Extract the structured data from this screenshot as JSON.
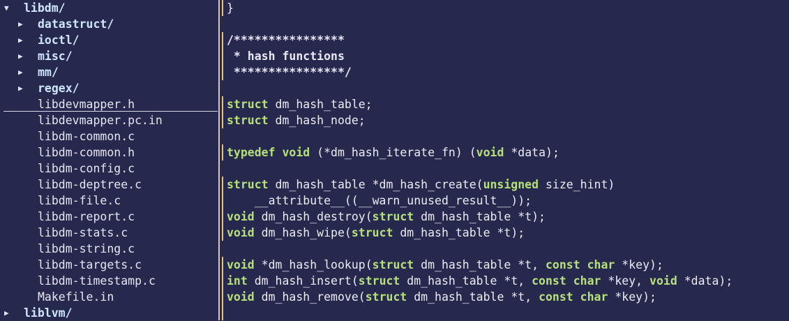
{
  "tree": {
    "items": [
      {
        "arrow": "▼",
        "label": "libdm/",
        "kind": "dir",
        "depth": 0
      },
      {
        "arrow": "▶",
        "label": "datastruct/",
        "kind": "dir",
        "depth": 1
      },
      {
        "arrow": "▶",
        "label": "ioctl/",
        "kind": "dir",
        "depth": 1
      },
      {
        "arrow": "▶",
        "label": "misc/",
        "kind": "dir",
        "depth": 1
      },
      {
        "arrow": "▶",
        "label": "mm/",
        "kind": "dir",
        "depth": 1
      },
      {
        "arrow": "▶",
        "label": "regex/",
        "kind": "dir",
        "depth": 1
      },
      {
        "arrow": "",
        "label": "libdevmapper.h",
        "kind": "file",
        "depth": 1
      },
      {
        "arrow": "",
        "label": "libdevmapper.pc.in",
        "kind": "file",
        "depth": 1
      },
      {
        "arrow": "",
        "label": "libdm-common.c",
        "kind": "file",
        "depth": 1
      },
      {
        "arrow": "",
        "label": "libdm-common.h",
        "kind": "file",
        "depth": 1
      },
      {
        "arrow": "",
        "label": "libdm-config.c",
        "kind": "file",
        "depth": 1
      },
      {
        "arrow": "",
        "label": "libdm-deptree.c",
        "kind": "file",
        "depth": 1
      },
      {
        "arrow": "",
        "label": "libdm-file.c",
        "kind": "file",
        "depth": 1
      },
      {
        "arrow": "",
        "label": "libdm-report.c",
        "kind": "file",
        "depth": 1
      },
      {
        "arrow": "",
        "label": "libdm-stats.c",
        "kind": "file",
        "depth": 1
      },
      {
        "arrow": "",
        "label": "libdm-string.c",
        "kind": "file",
        "depth": 1
      },
      {
        "arrow": "",
        "label": "libdm-targets.c",
        "kind": "file",
        "depth": 1
      },
      {
        "arrow": "",
        "label": "libdm-timestamp.c",
        "kind": "file",
        "depth": 1
      },
      {
        "arrow": "",
        "label": "Makefile.in",
        "kind": "file",
        "depth": 1
      },
      {
        "arrow": "▶",
        "label": "liblvm/",
        "kind": "dir",
        "depth": 0
      }
    ]
  },
  "code": {
    "lines": [
      [
        {
          "t": "}",
          "c": "tx"
        }
      ],
      [],
      [
        {
          "t": "/****************",
          "c": "cm"
        }
      ],
      [
        {
          "t": " * hash functions",
          "c": "cm"
        }
      ],
      [
        {
          "t": " ****************/",
          "c": "cm"
        }
      ],
      [],
      [
        {
          "t": "struct",
          "c": "kw"
        },
        {
          "t": " dm_hash_table;",
          "c": "tx"
        }
      ],
      [
        {
          "t": "struct",
          "c": "kw"
        },
        {
          "t": " dm_hash_node;",
          "c": "tx"
        }
      ],
      [],
      [
        {
          "t": "typedef",
          "c": "kw"
        },
        {
          "t": " ",
          "c": "tx"
        },
        {
          "t": "void",
          "c": "kw"
        },
        {
          "t": " (*dm_hash_iterate_fn) (",
          "c": "tx"
        },
        {
          "t": "void",
          "c": "kw"
        },
        {
          "t": " *data);",
          "c": "tx"
        }
      ],
      [],
      [
        {
          "t": "struct",
          "c": "kw"
        },
        {
          "t": " dm_hash_table *dm_hash_create(",
          "c": "tx"
        },
        {
          "t": "unsigned",
          "c": "kw"
        },
        {
          "t": " size_hint)",
          "c": "tx"
        }
      ],
      [
        {
          "t": "    __attribute__((__warn_unused_result__));",
          "c": "tx"
        }
      ],
      [
        {
          "t": "void",
          "c": "kw"
        },
        {
          "t": " dm_hash_destroy(",
          "c": "tx"
        },
        {
          "t": "struct",
          "c": "kw"
        },
        {
          "t": " dm_hash_table *t);",
          "c": "tx"
        }
      ],
      [
        {
          "t": "void",
          "c": "kw"
        },
        {
          "t": " dm_hash_wipe(",
          "c": "tx"
        },
        {
          "t": "struct",
          "c": "kw"
        },
        {
          "t": " dm_hash_table *t);",
          "c": "tx"
        }
      ],
      [],
      [
        {
          "t": "void",
          "c": "kw"
        },
        {
          "t": " *dm_hash_lookup(",
          "c": "tx"
        },
        {
          "t": "struct",
          "c": "kw"
        },
        {
          "t": " dm_hash_table *t, ",
          "c": "tx"
        },
        {
          "t": "const",
          "c": "kw"
        },
        {
          "t": " ",
          "c": "tx"
        },
        {
          "t": "char",
          "c": "kw"
        },
        {
          "t": " *key);",
          "c": "tx"
        }
      ],
      [
        {
          "t": "int",
          "c": "kw"
        },
        {
          "t": " dm_hash_insert(",
          "c": "tx"
        },
        {
          "t": "struct",
          "c": "kw"
        },
        {
          "t": " dm_hash_table *t, ",
          "c": "tx"
        },
        {
          "t": "const",
          "c": "kw"
        },
        {
          "t": " ",
          "c": "tx"
        },
        {
          "t": "char",
          "c": "kw"
        },
        {
          "t": " *key, ",
          "c": "tx"
        },
        {
          "t": "void",
          "c": "kw"
        },
        {
          "t": " *data);",
          "c": "tx"
        }
      ],
      [
        {
          "t": "void",
          "c": "kw"
        },
        {
          "t": " dm_hash_remove(",
          "c": "tx"
        },
        {
          "t": "struct",
          "c": "kw"
        },
        {
          "t": " dm_hash_table *t, ",
          "c": "tx"
        },
        {
          "t": "const",
          "c": "kw"
        },
        {
          "t": " ",
          "c": "tx"
        },
        {
          "t": "char",
          "c": "kw"
        },
        {
          "t": " *key);",
          "c": "tx"
        }
      ],
      []
    ]
  },
  "colors": {
    "background": "#27284e",
    "keyword": "#b6e07a",
    "text": "#ececf6",
    "divider": "#d9c8b4",
    "gutter_mark": "#e6c37a"
  }
}
